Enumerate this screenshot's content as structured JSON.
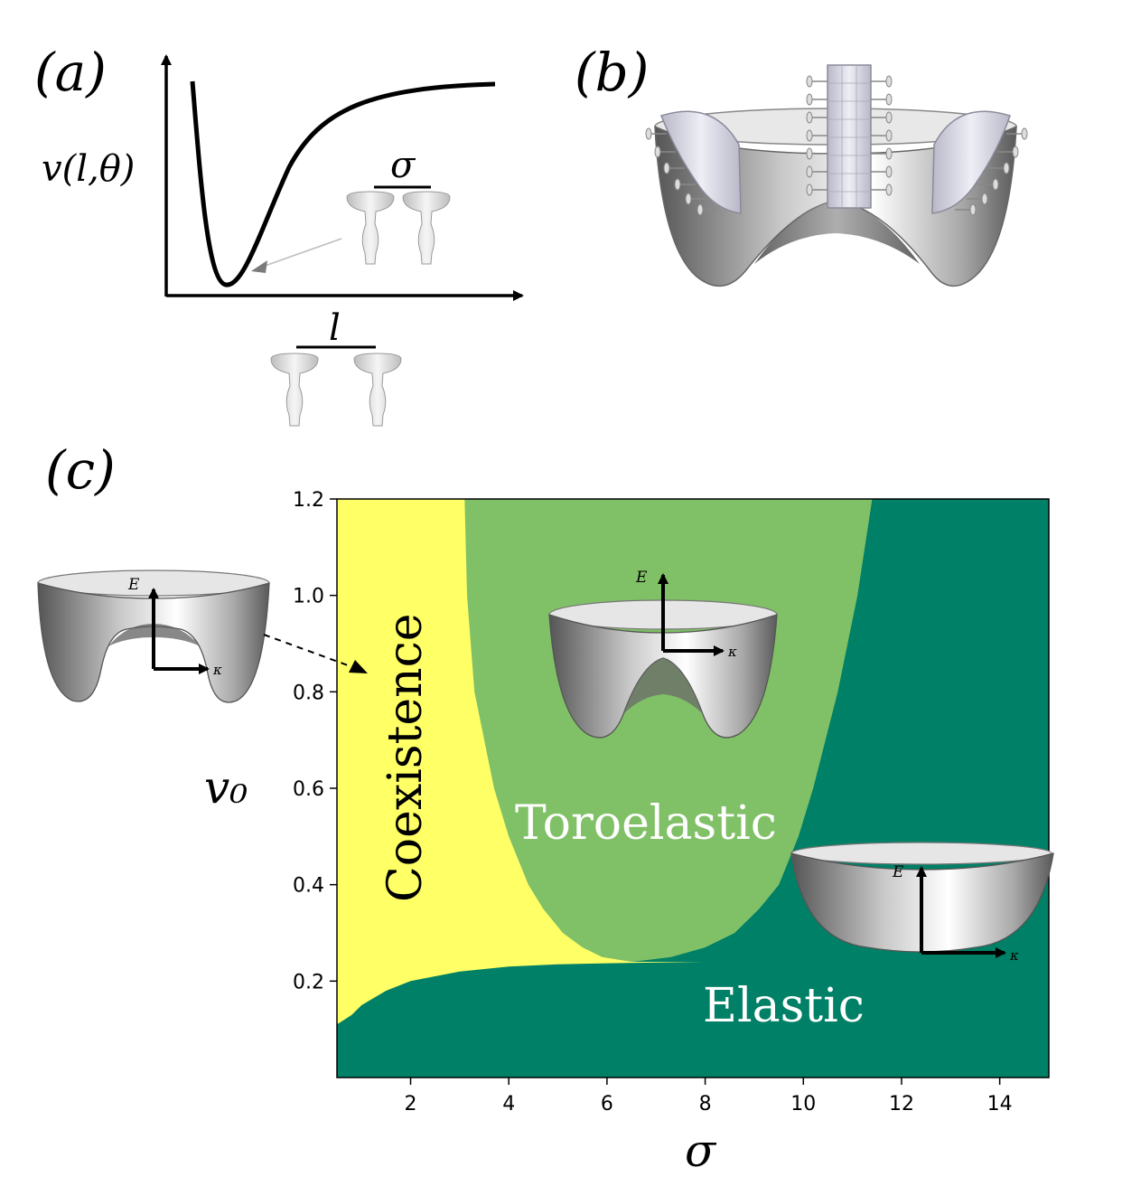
{
  "panel_a": {
    "label": "(a)",
    "y_label": "v(l,θ)",
    "sigma_label": "σ",
    "l_label": "l"
  },
  "panel_b": {
    "label": "(b)"
  },
  "panel_c": {
    "label": "(c)",
    "region_labels": {
      "coexistence": "Coexistence",
      "toroelastic": "Toroelastic",
      "elastic": "Elastic"
    },
    "inset_axis_labels": {
      "energy": "E",
      "curvature": "κ"
    }
  },
  "colors": {
    "coexistence": "#ffff66",
    "toroelastic": "#80c066",
    "elastic": "#008066"
  },
  "chart_data": {
    "type": "heatmap",
    "xlabel": "σ",
    "ylabel": "v₀",
    "xlim": [
      0.5,
      15
    ],
    "ylim": [
      0.0,
      1.2
    ],
    "xticks": [
      2,
      4,
      6,
      8,
      10,
      12,
      14
    ],
    "yticks": [
      0.2,
      0.4,
      0.6,
      0.8,
      1.0,
      1.2
    ],
    "xtick_labels": [
      "2",
      "4",
      "6",
      "8",
      "10",
      "12",
      "14"
    ],
    "ytick_labels": [
      "0.2",
      "0.4",
      "0.6",
      "0.8",
      "1.0",
      "1.2"
    ],
    "regions": [
      {
        "name": "Coexistence",
        "color": "#ffff66"
      },
      {
        "name": "Toroelastic",
        "color": "#80c066"
      },
      {
        "name": "Elastic",
        "color": "#008066"
      }
    ],
    "elastic_lower_boundary": {
      "sigma": [
        0.5,
        0.8,
        1.0,
        1.5,
        2.0,
        2.5,
        3.0,
        3.5,
        4.0,
        5.0,
        6.0,
        8.0,
        10.0,
        15.0
      ],
      "v0": [
        0.11,
        0.13,
        0.15,
        0.18,
        0.2,
        0.21,
        0.22,
        0.225,
        0.23,
        0.235,
        0.237,
        0.24,
        0.24,
        0.24
      ]
    },
    "toroelastic_left_boundary": {
      "v0": [
        1.2,
        1.0,
        0.8,
        0.6,
        0.5,
        0.4,
        0.35,
        0.3,
        0.27,
        0.25,
        0.24
      ],
      "sigma": [
        3.1,
        3.15,
        3.3,
        3.7,
        4.0,
        4.4,
        4.7,
        5.1,
        5.5,
        5.9,
        6.5
      ]
    },
    "toroelastic_right_boundary": {
      "v0": [
        0.24,
        0.25,
        0.27,
        0.3,
        0.35,
        0.4,
        0.5,
        0.6,
        0.8,
        1.0,
        1.2
      ],
      "sigma": [
        6.5,
        7.3,
        8.0,
        8.6,
        9.1,
        9.5,
        9.9,
        10.2,
        10.7,
        11.1,
        11.4
      ]
    }
  }
}
